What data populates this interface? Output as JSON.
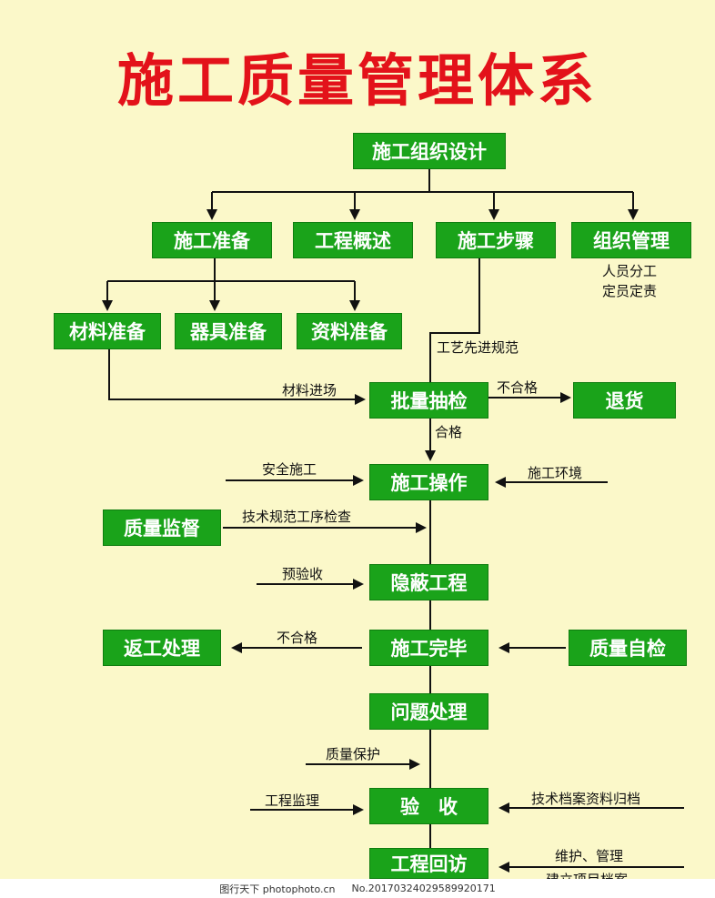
{
  "title": "施工质量管理体系",
  "colors": {
    "box": "#1aa31a",
    "title": "#e3121a",
    "background": "#fbf8c9",
    "line": "#111111"
  },
  "nodes": {
    "org_design": "施工组织设计",
    "prep": "施工准备",
    "overview": "工程概述",
    "steps": "施工步骤",
    "org_mgmt": "组织管理",
    "material_prep": "材料准备",
    "tool_prep": "器具准备",
    "doc_prep": "资料准备",
    "batch_check": "批量抽检",
    "return_goods": "退货",
    "operation": "施工操作",
    "quality_supervision": "质量监督",
    "concealed_work": "隐蔽工程",
    "rework": "返工处理",
    "completion": "施工完毕",
    "self_check": "质量自检",
    "problem_handling": "问题处理",
    "acceptance": "验　收",
    "revisit": "工程回访"
  },
  "labels": {
    "staff_1": "人员分工",
    "staff_2": "定员定责",
    "process": "工艺先进规范",
    "material_in": "材料进场",
    "unqualified_1": "不合格",
    "qualified": "合格",
    "safe_construction": "安全施工",
    "environment": "施工环境",
    "tech_spec": "技术规范工序检查",
    "pre_acceptance": "预验收",
    "unqualified_2": "不合格",
    "quality_protection": "质量保护",
    "supervision": "工程监理",
    "archive": "技术档案资料归档",
    "maintain": "维护、管理",
    "project_file": "建立项目档案"
  },
  "watermark": {
    "site": "图行天下 photophoto.cn",
    "number": "No.20170324029589920171"
  }
}
